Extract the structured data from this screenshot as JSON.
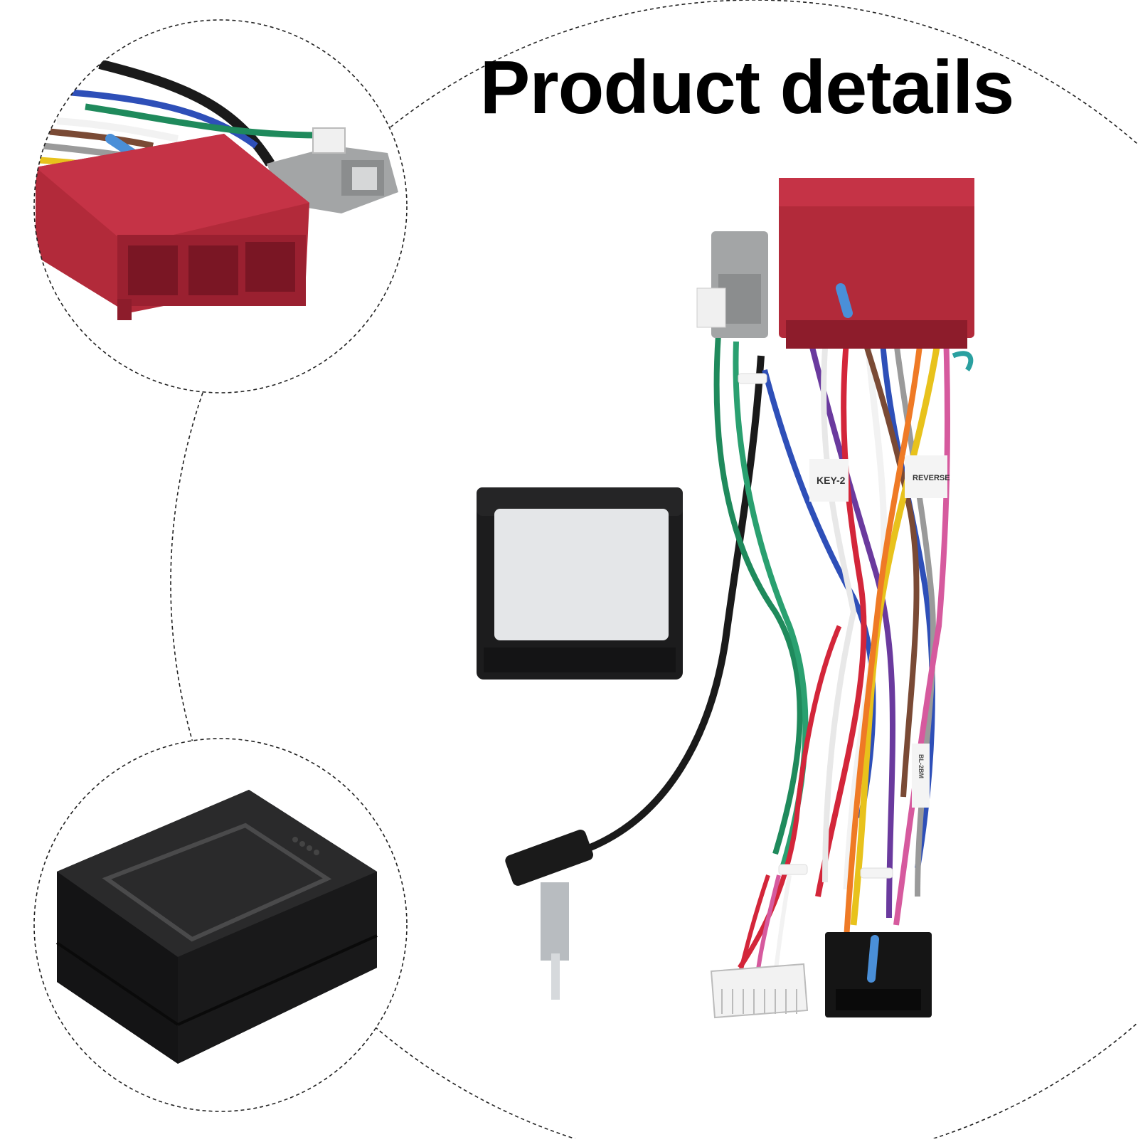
{
  "page": {
    "title": "Product details"
  },
  "labels": {
    "key": "KEY-2",
    "reverse": "REVERSE",
    "side_tag": "BL-2BM"
  },
  "colors": {
    "red_connector": "#b22a3a",
    "grey_connector": "#a3a5a6",
    "black_box": "#1c1c1d",
    "black_connector": "#151515",
    "wire_green": "#1f8a5c",
    "wire_blue": "#2e4fb8",
    "wire_yellow": "#e8c21c",
    "wire_orange": "#ef7a25",
    "wire_red": "#d3263a",
    "wire_purple": "#6a3a9e",
    "wire_pink": "#d65a9e",
    "wire_brown": "#7a4a35",
    "wire_grey": "#9a9a9a",
    "wire_white": "#f2f2f2",
    "wire_black": "#1a1a1a"
  }
}
